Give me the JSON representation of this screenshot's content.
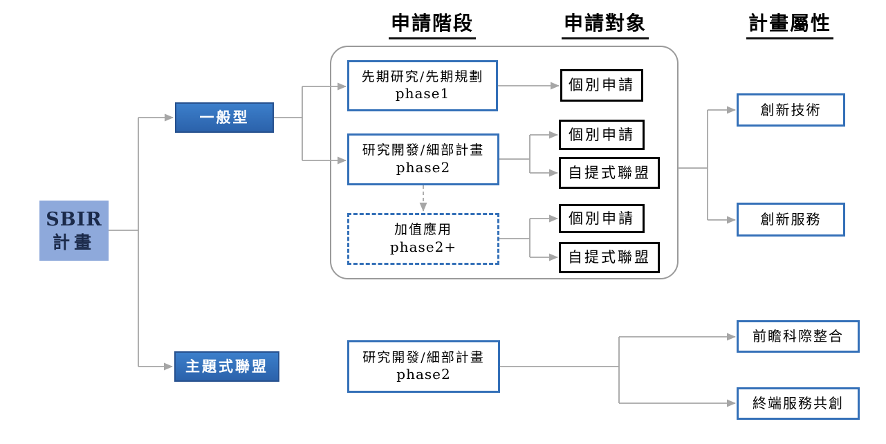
{
  "headers": {
    "application_phase": "申請階段",
    "application_target": "申請對象",
    "program_attribute": "計畫屬性"
  },
  "nodes": {
    "sbir": {
      "line1": "SBIR",
      "line2": "計畫"
    },
    "general_type": "一般型",
    "thematic_alliance": "主題式聯盟",
    "phase1": {
      "line1": "先期研究/先期規劃",
      "line2": "phase1"
    },
    "phase2": {
      "line1": "研究開發/細部計畫",
      "line2": "phase2"
    },
    "phase2_plus": {
      "line1": "加值應用",
      "line2": "phase2+"
    },
    "individual_application": "個別申請",
    "self_proposed_alliance": "自提式聯盟",
    "innovative_technology": "創新技術",
    "innovative_service": "創新服務",
    "thematic_phase2": {
      "line1": "研究開發/細部計畫",
      "line2": "phase2"
    },
    "forward_interdisciplinary_integration": "前瞻科際整合",
    "end_service_cocreation": "終端服務共創"
  },
  "colors": {
    "blue_border": "#3470B8",
    "blue_fill_top": "#3C7FCB",
    "blue_fill_bottom": "#2B62AB",
    "light_blue_fill": "#8EA9DB",
    "black_border": "#000000",
    "connector_gray": "#A6A6A6",
    "container_gray": "#9A9A9A"
  }
}
